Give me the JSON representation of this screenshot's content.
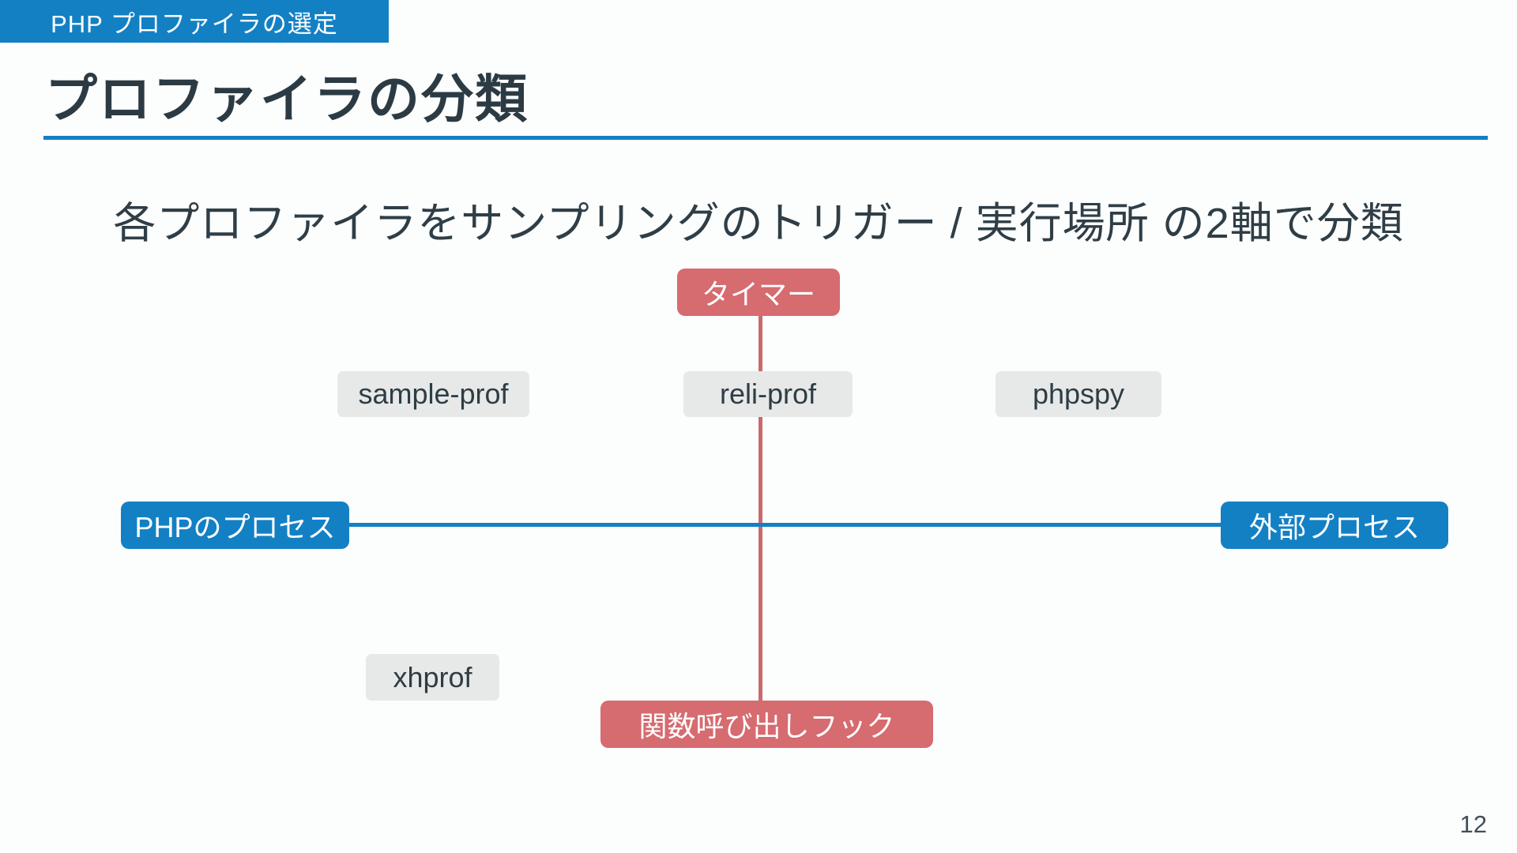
{
  "slide": {
    "badge": "PHP プロファイラの選定",
    "title": "プロファイラの分類",
    "subtitle": "各プロファイラをサンプリングのトリガー / 実行場所 の2軸で分類",
    "page_number": "12"
  },
  "diagram": {
    "vertical_axis": {
      "top_label": "タイマー",
      "bottom_label": "関数呼び出しフック",
      "line_color": "#c96a6f",
      "box_color": "#d66b70"
    },
    "horizontal_axis": {
      "left_label": "PHPのプロセス",
      "right_label": "外部プロセス",
      "line_color": "#1380c4",
      "box_color": "#1380c4"
    },
    "items": [
      {
        "label": "sample-prof"
      },
      {
        "label": "reli-prof"
      },
      {
        "label": "phpspy"
      },
      {
        "label": "xhprof"
      }
    ],
    "item_box_color": "#e7e8e8"
  },
  "colors": {
    "accent_blue": "#1380c4",
    "accent_red": "#d66b70",
    "line_red": "#c96a6f",
    "gray_box": "#e7e8e8",
    "ink": "#2c3b43"
  }
}
